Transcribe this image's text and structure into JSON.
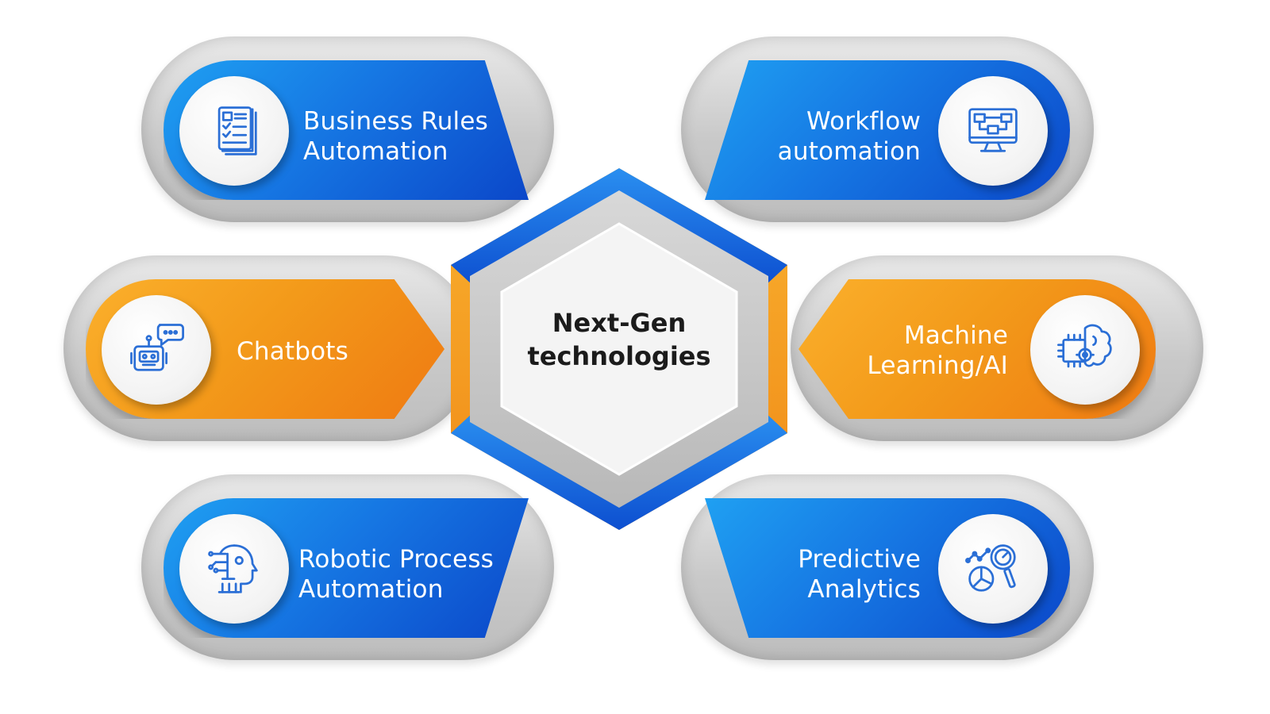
{
  "center": {
    "line1": "Next-Gen",
    "line2": "technologies"
  },
  "items": [
    {
      "line1": "Business Rules",
      "line2": "Automation",
      "color": "blue",
      "icon": "document-checklist-icon"
    },
    {
      "line1": "Workflow",
      "line2": "automation",
      "color": "blue",
      "icon": "workflow-monitor-icon"
    },
    {
      "line1": "Chatbots",
      "line2": "",
      "color": "orange",
      "icon": "chatbot-robot-icon"
    },
    {
      "line1": "Machine",
      "line2": "Learning/AI",
      "color": "orange",
      "icon": "brain-chip-gear-icon"
    },
    {
      "line1": "Robotic Process",
      "line2": "Automation",
      "color": "blue",
      "icon": "robot-head-circuit-icon"
    },
    {
      "line1": "Predictive",
      "line2": "Analytics",
      "color": "blue",
      "icon": "analytics-magnifier-icon"
    }
  ],
  "colors": {
    "blue": "#1677e3",
    "orange": "#f39a1a",
    "hub_gray": "#c6c6c6",
    "icon_stroke": "#2b6fd6"
  }
}
